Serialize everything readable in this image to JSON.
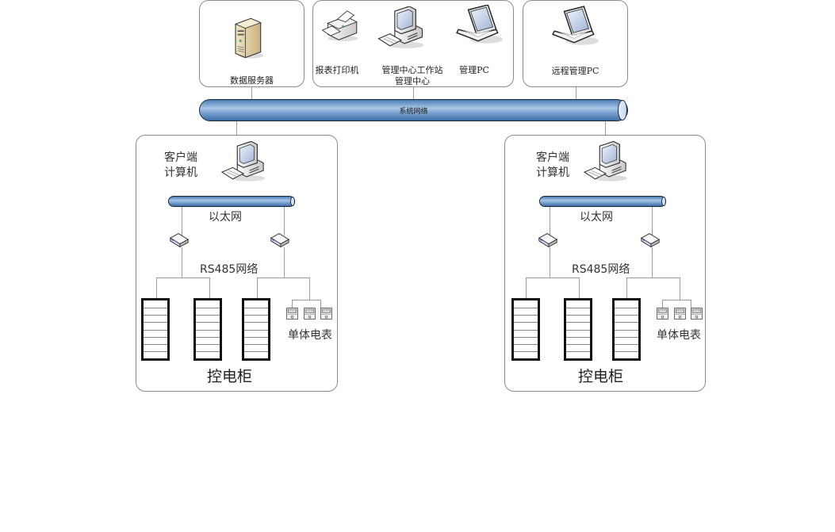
{
  "top": {
    "server_box": {
      "label": "数据服务器",
      "icon": "server-icon"
    },
    "center_box": {
      "items": [
        {
          "label": "报表打印机",
          "icon": "printer-icon"
        },
        {
          "label": "管理中心工作站",
          "sublabel": "管理中心",
          "icon": "workstation-icon"
        },
        {
          "label": "管理PC",
          "icon": "laptop-icon"
        }
      ]
    },
    "remote_box": {
      "label": "远程管理PC",
      "icon": "laptop-icon"
    }
  },
  "backbone": {
    "label": "系统网络"
  },
  "sites": [
    {
      "client_label_line1": "客户端",
      "client_label_line2": "计算机",
      "ethernet_label": "以太网",
      "rs485_label": "RS485网络",
      "meters_label": "单体电表",
      "cabinets_label": "控电柜",
      "cabinet_count": 3,
      "meter_count": 3
    },
    {
      "client_label_line1": "客户端",
      "client_label_line2": "计算机",
      "ethernet_label": "以太网",
      "rs485_label": "RS485网络",
      "meters_label": "单体电表",
      "cabinets_label": "控电柜",
      "cabinet_count": 3,
      "meter_count": 3
    }
  ],
  "colors": {
    "pipe": "#7fa6d3",
    "pipe_outline": "#1b2a3a",
    "box_border": "#8a8a8a",
    "connector": "#9a9a9a"
  }
}
